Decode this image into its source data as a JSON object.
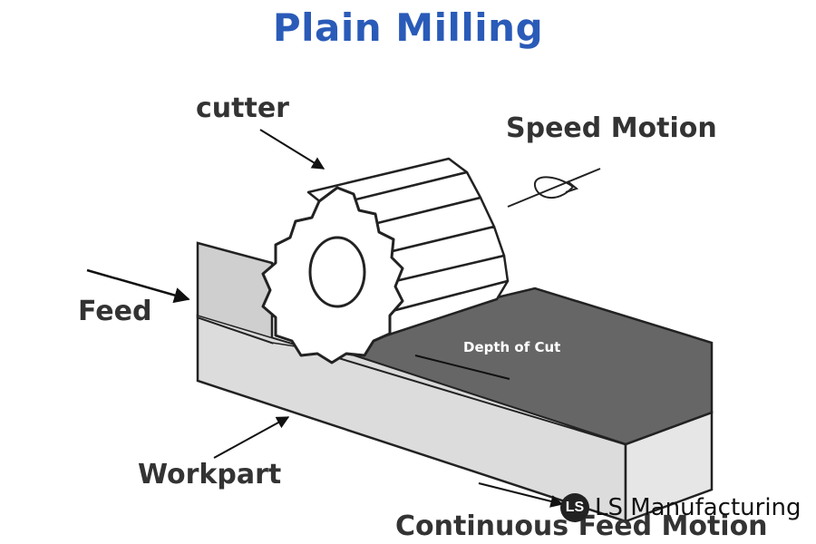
{
  "diagram": {
    "title": "Plain Milling",
    "labels": {
      "cutter": "cutter",
      "speed_motion": "Speed Motion",
      "feed": "Feed",
      "workpart": "Workpart",
      "depth_of_cut": "Depth of Cut",
      "continuous_feed_motion": "Continuous Feed Motion"
    },
    "watermark": {
      "logo_text": "LS",
      "text": "LS Manufacturing"
    }
  },
  "colors": {
    "title": "#2a5bb8",
    "label": "#333333",
    "cut_surface": "#666666",
    "workpart_face": "#d6d6d6",
    "outline": "#222222"
  }
}
